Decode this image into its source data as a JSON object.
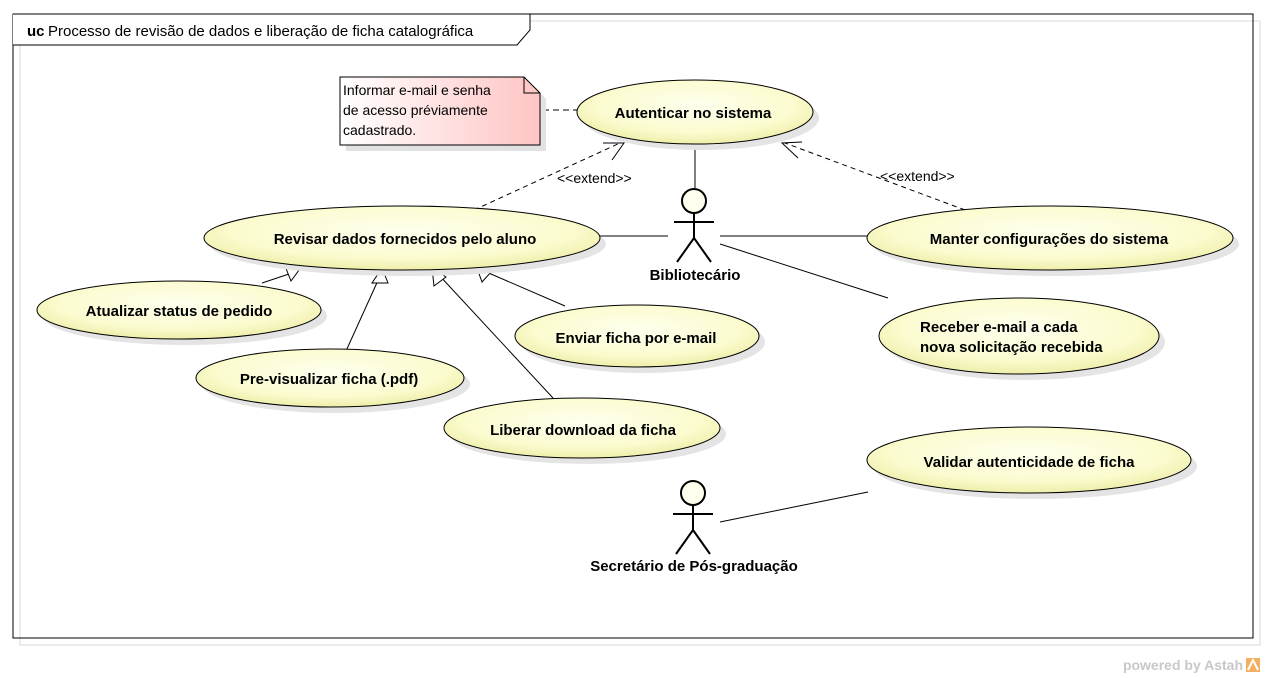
{
  "frame": {
    "kind": "uc",
    "title": "Processo de revisão de dados e liberação de ficha catalográfica"
  },
  "note": {
    "lines": [
      "Informar e-mail e senha",
      "de acesso préviamente",
      "cadastrado."
    ]
  },
  "actors": {
    "bibliotecario": "Bibliotecário",
    "secretario": "Secretário de Pós-graduação"
  },
  "use_cases": {
    "autenticar": "Autenticar no sistema",
    "revisar": "Revisar dados fornecidos pelo aluno",
    "manter": "Manter configurações do sistema",
    "atualizar": "Atualizar status de pedido",
    "enviar": "Enviar ficha por e-mail",
    "receber_line1": "Receber e-mail a cada",
    "receber_line2": "nova solicitação recebida",
    "previsualizar": "Pre-visualizar ficha (.pdf)",
    "liberar": "Liberar download da ficha",
    "validar": "Validar autenticidade de ficha"
  },
  "stereotypes": {
    "extend_left": "<<extend>>",
    "extend_right": "<<extend>>"
  },
  "footer": {
    "text": "powered by Astah"
  },
  "colors": {
    "usecase_fill_center": "#ffffe6",
    "usecase_fill_edge": "#f0f0b4",
    "note_fill_left": "#ffffff",
    "note_fill_right": "#ffcaca",
    "footer_logo": "#f0a030"
  }
}
